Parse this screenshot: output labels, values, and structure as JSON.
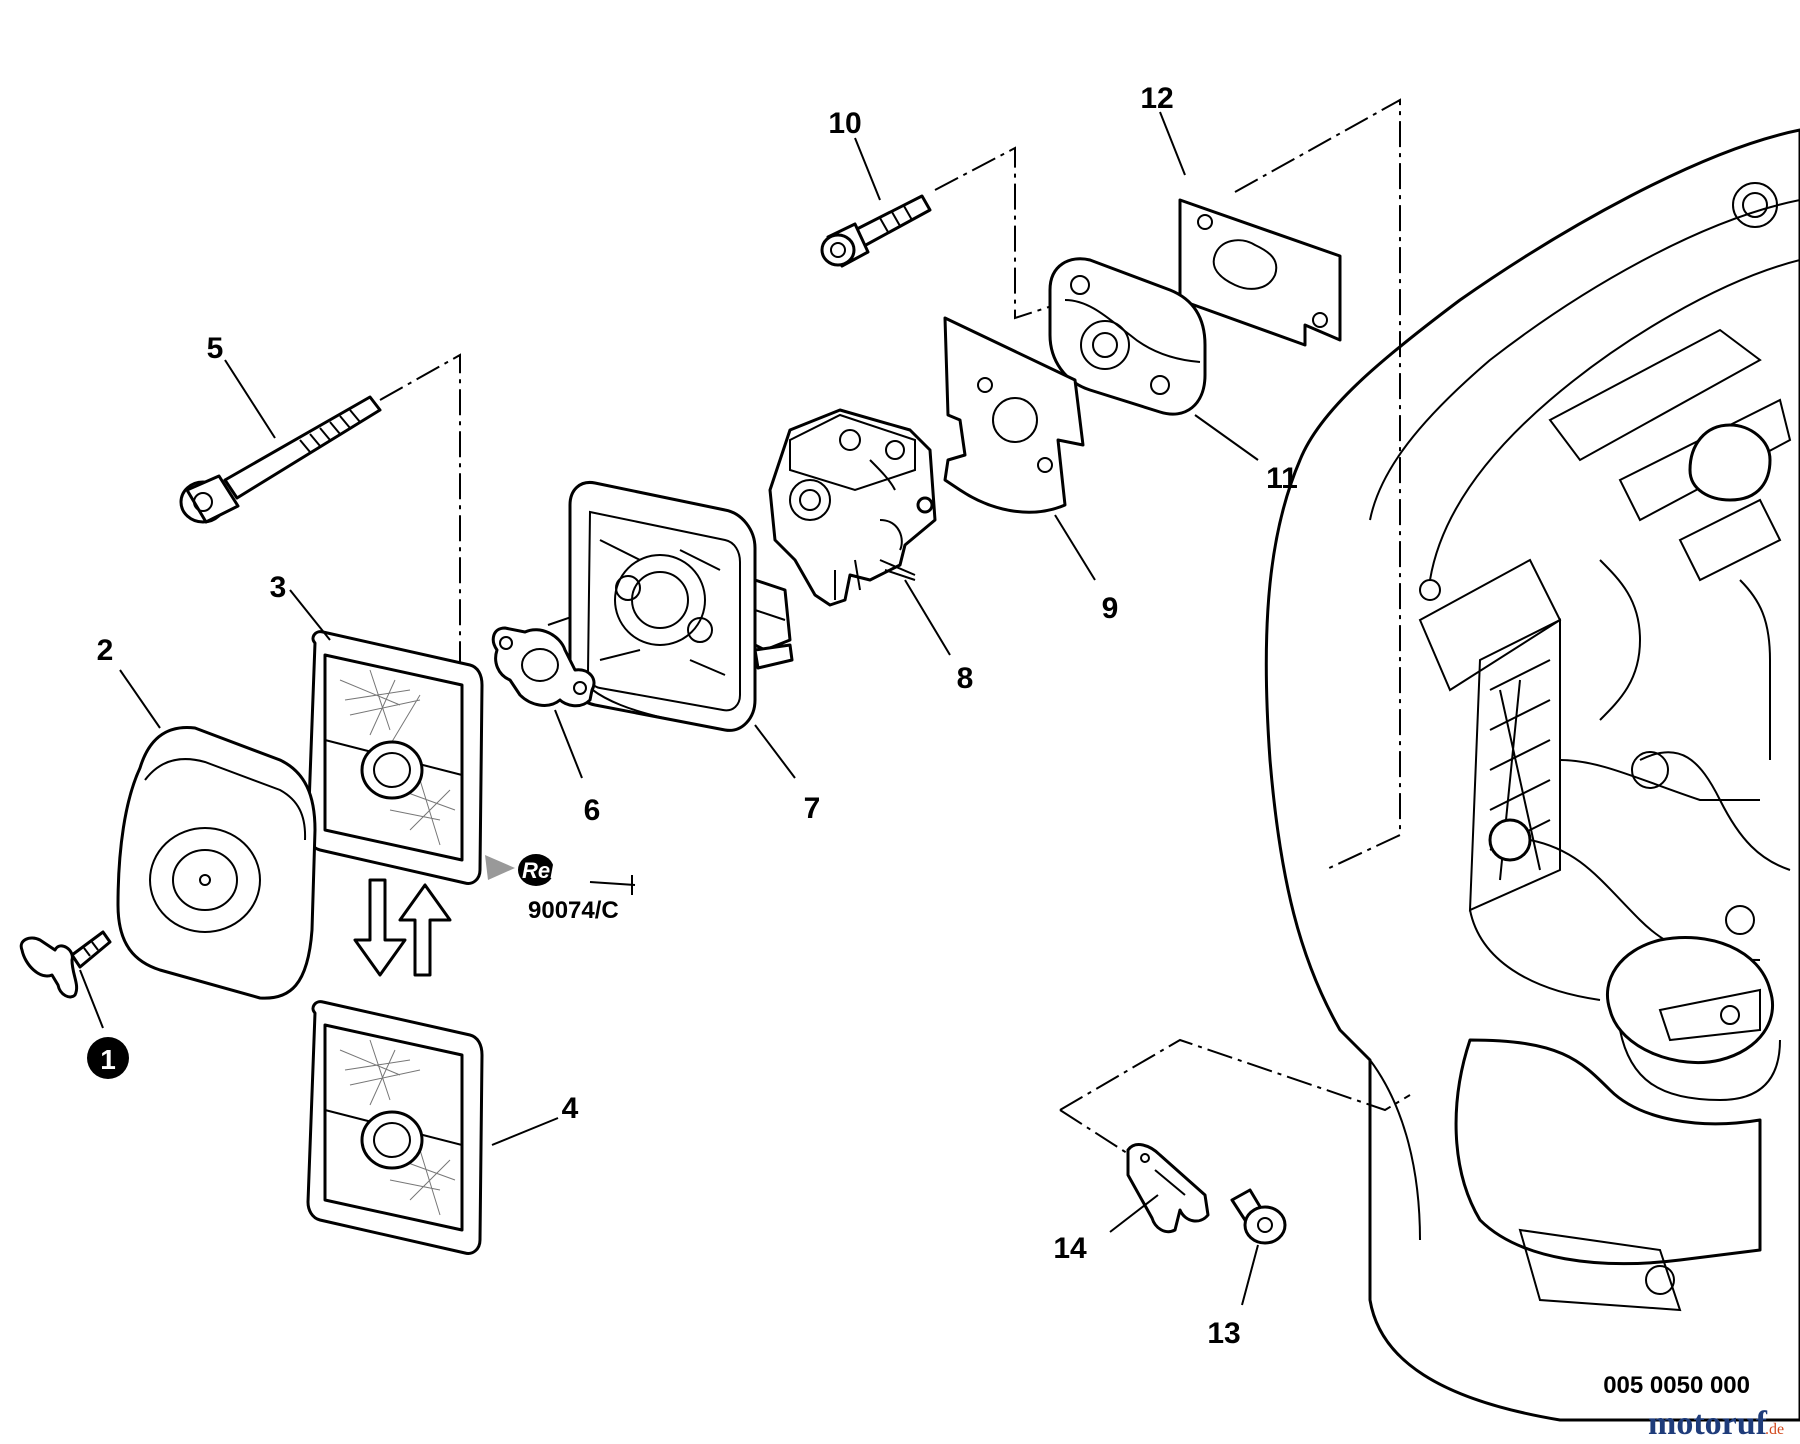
{
  "diagram": {
    "part_labels": {
      "p1": "1",
      "p2": "2",
      "p3": "3",
      "p4": "4",
      "p5": "5",
      "p6": "6",
      "p7": "7",
      "p8": "8",
      "p9": "9",
      "p10": "10",
      "p11": "11",
      "p12": "12",
      "p13": "13",
      "p14": "14"
    },
    "repower_badge": {
      "brand": "RePower",
      "code": "90074/C"
    },
    "drawing_code": "005 0050 000",
    "watermark": {
      "main": "motoruf",
      "suffix": ".de"
    }
  }
}
